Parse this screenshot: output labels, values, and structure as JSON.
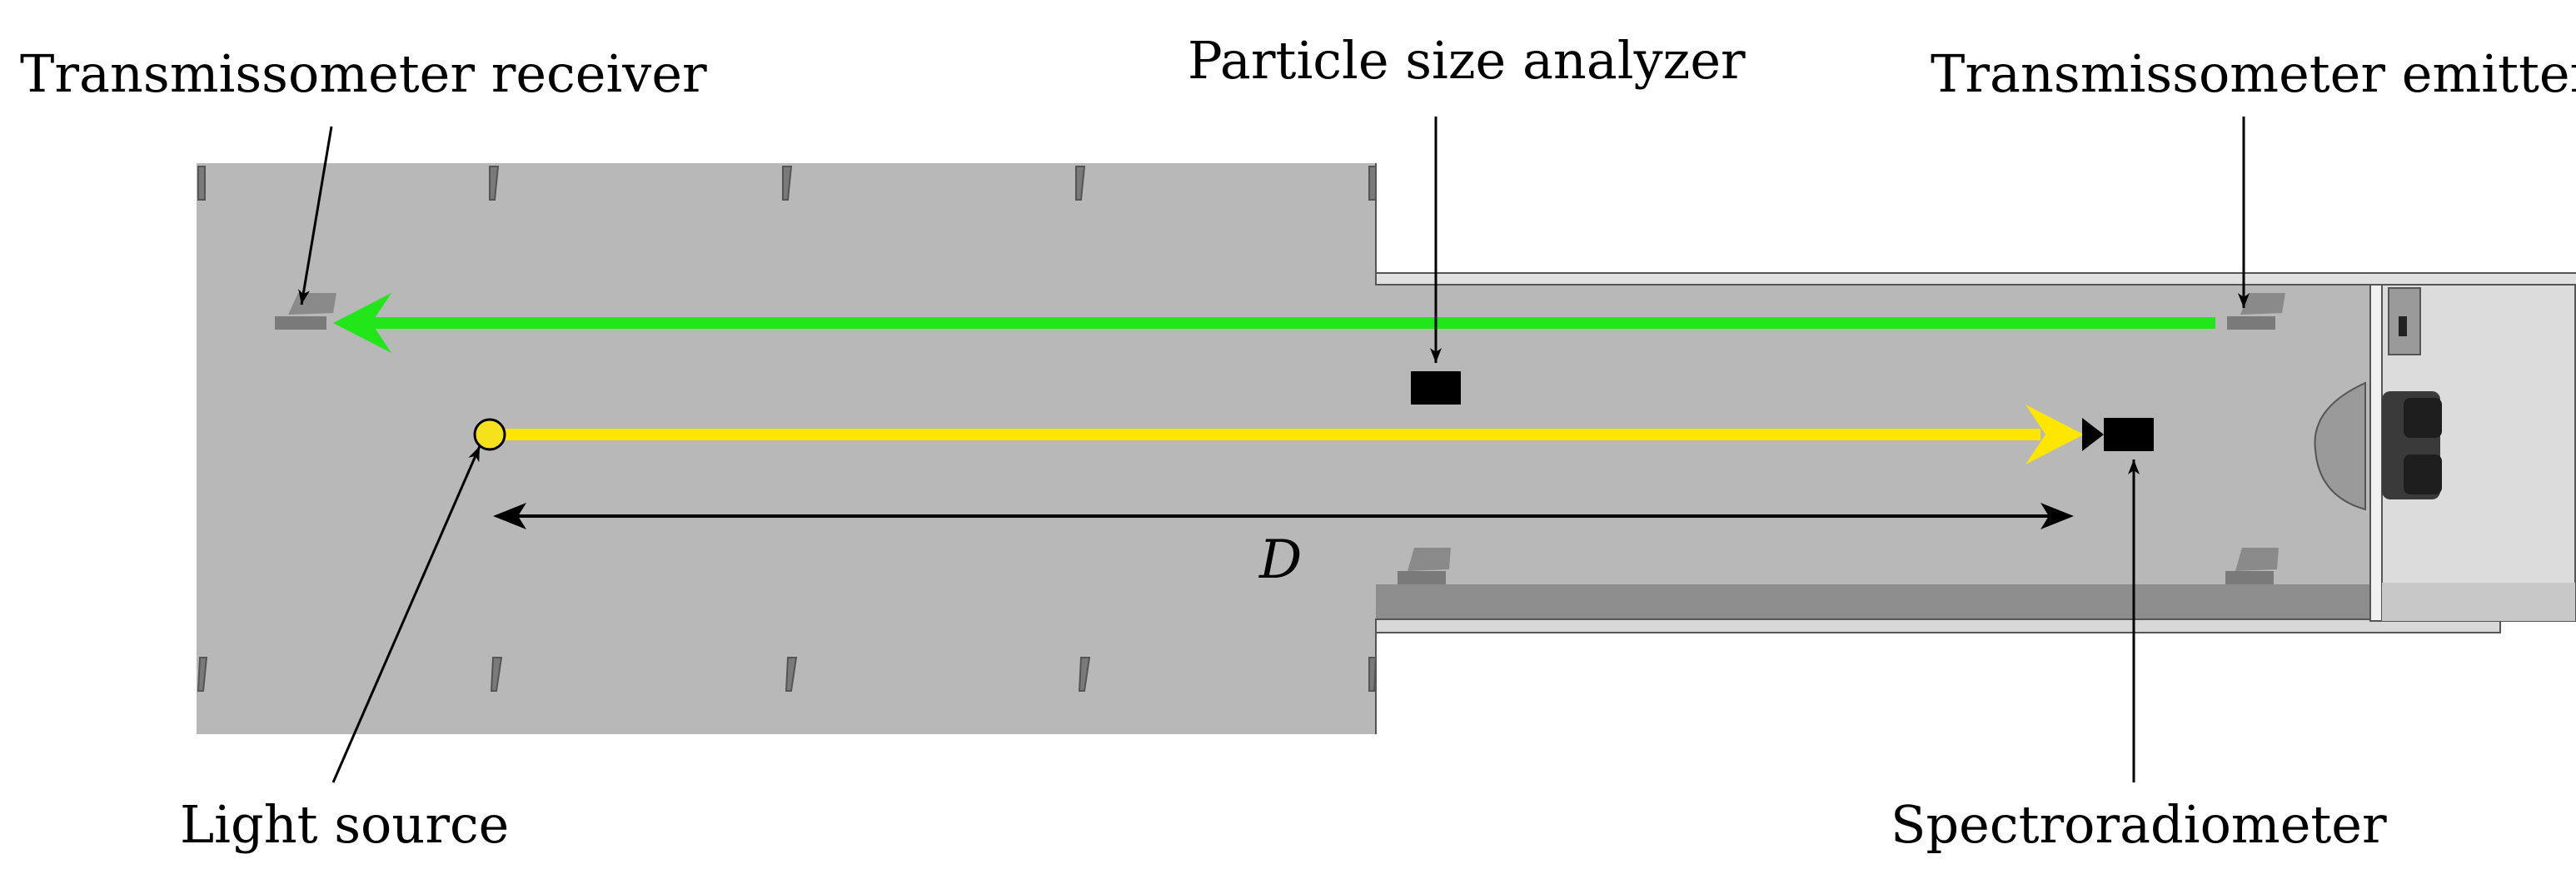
{
  "labels": {
    "transmissometer_receiver": "Transmissometer receiver",
    "particle_size_analyzer": "Particle size analyzer",
    "transmissometer_emitter": "Transmissometer emitter",
    "light_source": "Light source",
    "spectroradiometer": "Spectroradiometer",
    "distance": "D"
  },
  "colors": {
    "floor": "#b8b8b8",
    "floor_dark": "#8f8f8f",
    "wall_light": "#d9d9d9",
    "transmissometer_beam": "#22e51a",
    "light_beam": "#ffe600",
    "light_source_fill": "#f5e21d",
    "instrument": "#000000"
  },
  "icons": {
    "light_source": "circle-lamp-icon",
    "spectroradiometer": "camera-icon",
    "particle_size_analyzer": "box-icon",
    "transmissometer": "sensor-mount-icon",
    "car": "car-icon"
  }
}
